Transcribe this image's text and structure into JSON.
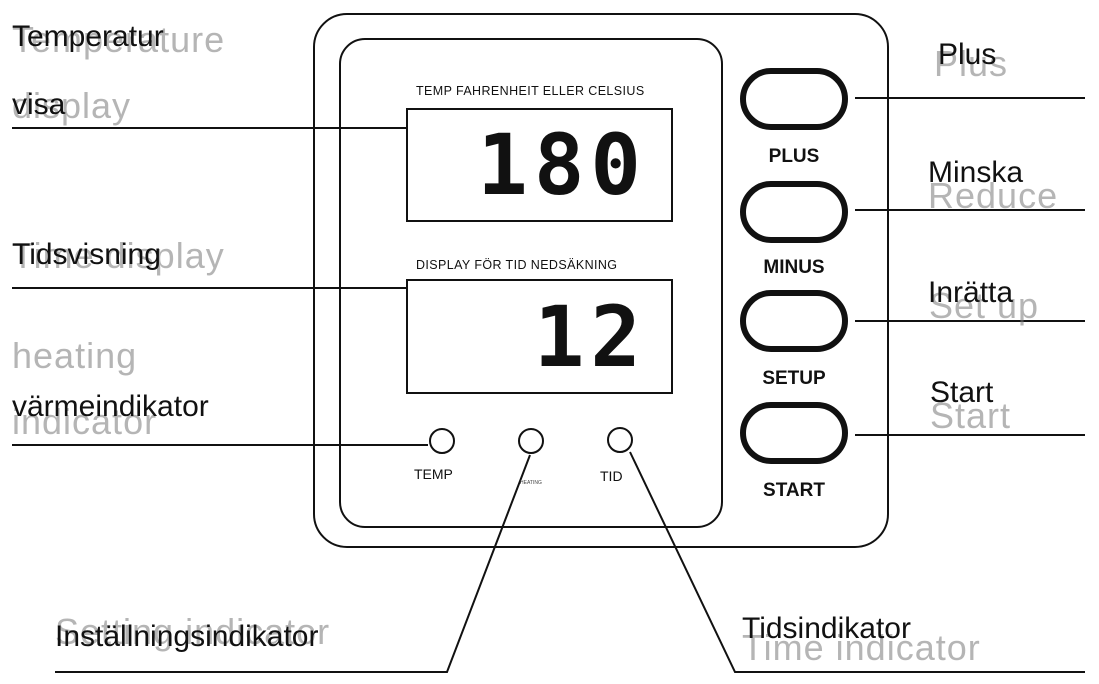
{
  "panel": {
    "temp_caption": "TEMP FAHRENHEIT ELLER CELSIUS",
    "temp_value": "180",
    "time_caption": "DISPLAY FÖR TID NEDSÄKNING",
    "time_value": "12",
    "indicators": [
      {
        "label": "TEMP"
      },
      {
        "label": "HEATING"
      },
      {
        "label": "TID"
      }
    ]
  },
  "buttons": [
    {
      "label": "PLUS"
    },
    {
      "label": "MINUS"
    },
    {
      "label": "SETUP"
    },
    {
      "label": "START"
    }
  ],
  "callouts": {
    "temp_display_line1": "Temperatur",
    "temp_display_line2": "visa",
    "time_display": "Tidsvisning",
    "heating_indicator": "värmeindikator",
    "setting_indicator": "Inställningsindikator",
    "time_indicator": "Tidsindikator",
    "plus": "Plus",
    "minus": "Minska",
    "setup": "Inrätta",
    "start": "Start"
  },
  "ghost_text": {
    "temp_display_line1": "Temperature",
    "temp_display_line2": "display",
    "time_display": "Time display",
    "heating_line1": "heating",
    "heating_line2": "indicator",
    "setting_indicator": "Setting indicator",
    "time_indicator": "Time indicator",
    "plus": "Plus",
    "minus": "Reduce",
    "setup": "Set up",
    "start": "Start"
  }
}
